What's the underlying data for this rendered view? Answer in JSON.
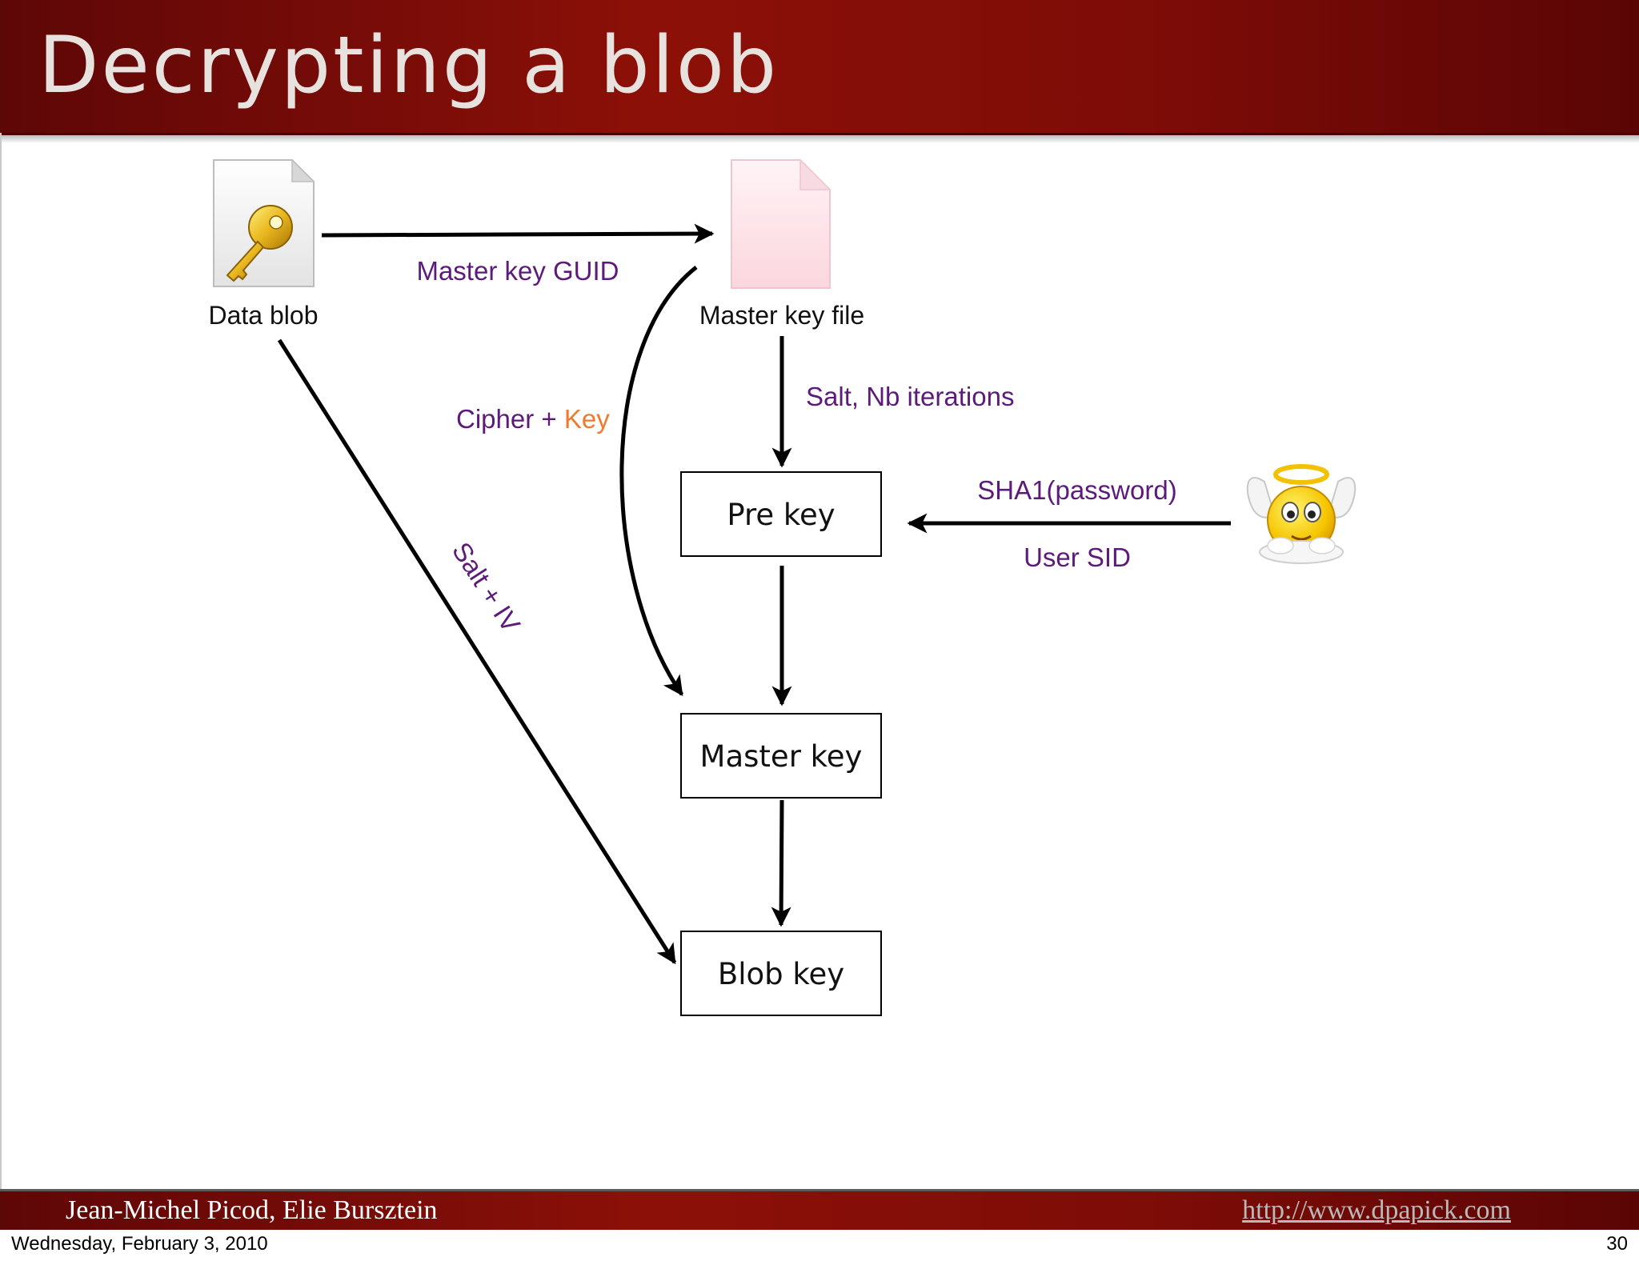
{
  "slide": {
    "title": "Decrypting a blob",
    "footer_authors": "Jean-Michel Picod, Elie Bursztein",
    "footer_url": "http://www.dpapick.com",
    "date": "Wednesday, February 3, 2010",
    "page_number": "30"
  },
  "nodes": {
    "data_blob": "Data blob",
    "master_key_file": "Master key file",
    "pre_key": "Pre key",
    "master_key": "Master key",
    "blob_key": "Blob key"
  },
  "edges": {
    "master_key_guid": "Master key GUID",
    "cipher_part1": "Cipher + ",
    "cipher_part2": "Key",
    "salt_nb_iterations": "Salt, Nb iterations",
    "sha1_password": "SHA1(password)",
    "user_sid": "User SID",
    "salt_iv": "Salt + IV"
  },
  "icons": [
    "key-document-icon",
    "pink-document-icon",
    "angel-smiley-icon"
  ],
  "colors": {
    "header_red": "#8c1008",
    "label_purple": "#5c1a7a",
    "label_orange": "#ef7a2d"
  }
}
